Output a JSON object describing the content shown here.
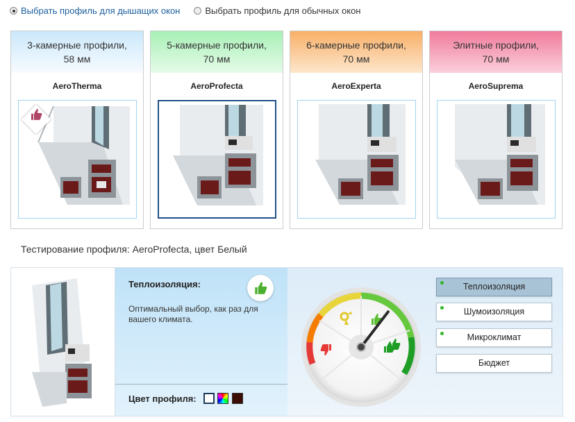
{
  "profile_mode": {
    "options": [
      {
        "label": "Выбрать профиль для дышащих окон",
        "selected": true
      },
      {
        "label": "Выбрать профиль для обычных окон",
        "selected": false
      }
    ]
  },
  "cards": [
    {
      "header_line1": "3-камерные профили,",
      "header_line2": "58 мм",
      "name": "AeroTherma",
      "color": "#cbe8fb",
      "recommended": true,
      "selected": false
    },
    {
      "header_line1": "5-камерные профили,",
      "header_line2": "70 мм",
      "name": "AeroProfecta",
      "color": "#a8f0b6",
      "recommended": false,
      "selected": true
    },
    {
      "header_line1": "6-камерные профили,",
      "header_line2": "70 мм",
      "name": "AeroExperta",
      "color": "#f8b068",
      "recommended": false,
      "selected": false
    },
    {
      "header_line1": "Элитные профили,",
      "header_line2": "70 мм",
      "name": "AeroSuprema",
      "color": "#f07b9b",
      "recommended": false,
      "selected": false
    }
  ],
  "testing_text": "Тестирование профиля: AeroProfecta, цвет Белый",
  "result": {
    "title": "Теплоизоляция:",
    "description": "Оптимальный выбор, как раз для вашего климата.",
    "verdict_icon": "thumbs-up-icon",
    "color_label": "Цвет профиля:",
    "swatches": [
      {
        "name": "white",
        "color": "#ffffff"
      },
      {
        "name": "multicolor",
        "color": "#ff00ff"
      },
      {
        "name": "brown",
        "color": "#3b0d05"
      }
    ]
  },
  "gauge": {
    "icons": [
      "thumbs-down-icon",
      "ok-hand-icon",
      "thumbs-up-icon",
      "double-thumbs-up-icon"
    ],
    "level": 0.66
  },
  "criteria": [
    {
      "label": "Теплоизоляция",
      "active": true,
      "indicator": true
    },
    {
      "label": "Шумоизоляция",
      "active": false,
      "indicator": true
    },
    {
      "label": "Микроклимат",
      "active": false,
      "indicator": true
    },
    {
      "label": "Бюджет",
      "active": false,
      "indicator": false
    }
  ]
}
